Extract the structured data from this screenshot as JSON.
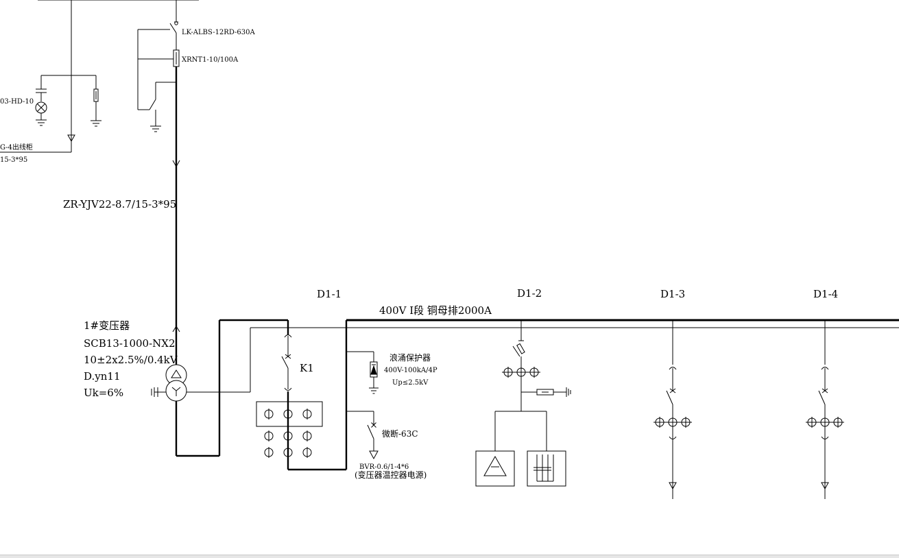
{
  "labels": {
    "switch_model": "LK-ALBS-12RD-630A",
    "fuse_model": "XRNT1-10/100A",
    "left_device_model": "03-HD-10",
    "left_cabinet": "G-4出线柜",
    "left_cable": "15-3*95",
    "hv_cable": "ZR-YJV22-8.7/15-3*95",
    "transformer_name": "1#变压器",
    "transformer_model": "SCB13-1000-NX2",
    "transformer_ratio": "10±2x2.5%/0.4kV",
    "transformer_group": "D.yn11",
    "transformer_uk": "Uk=6%",
    "panel_d1_1": "D1-1",
    "panel_d1_2": "D1-2",
    "panel_d1_3": "D1-3",
    "panel_d1_4": "D1-4",
    "busbar": "400V I段 铜母排2000A",
    "breaker_k1": "K1",
    "spd_name": "浪涌保护器",
    "spd_rating": "400V-100kA/4P",
    "spd_up": "Up≤2.5kV",
    "mcb": "微断-63C",
    "temp_cable": "BVR-0.6/1-4*6",
    "temp_cable_note": "(变压器温控器电源)"
  },
  "colors": {
    "line": "#000000",
    "background": "#ffffff"
  }
}
